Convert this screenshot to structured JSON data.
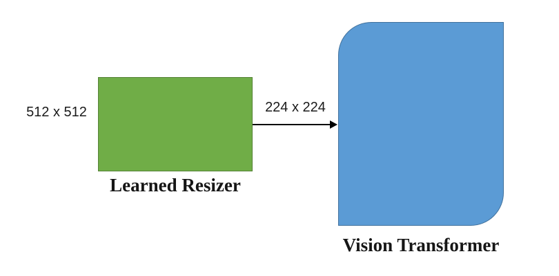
{
  "diagram": {
    "learned_resizer": {
      "label": "Learned Resizer",
      "input_size": "512 x 512",
      "fill": "#70AD47",
      "border": "#548235"
    },
    "vision_transformer": {
      "label": "Vision Transformer",
      "fill": "#5B9BD5",
      "border": "#41719C"
    },
    "arrow": {
      "label": "224 x 224",
      "color": "#000000"
    }
  }
}
